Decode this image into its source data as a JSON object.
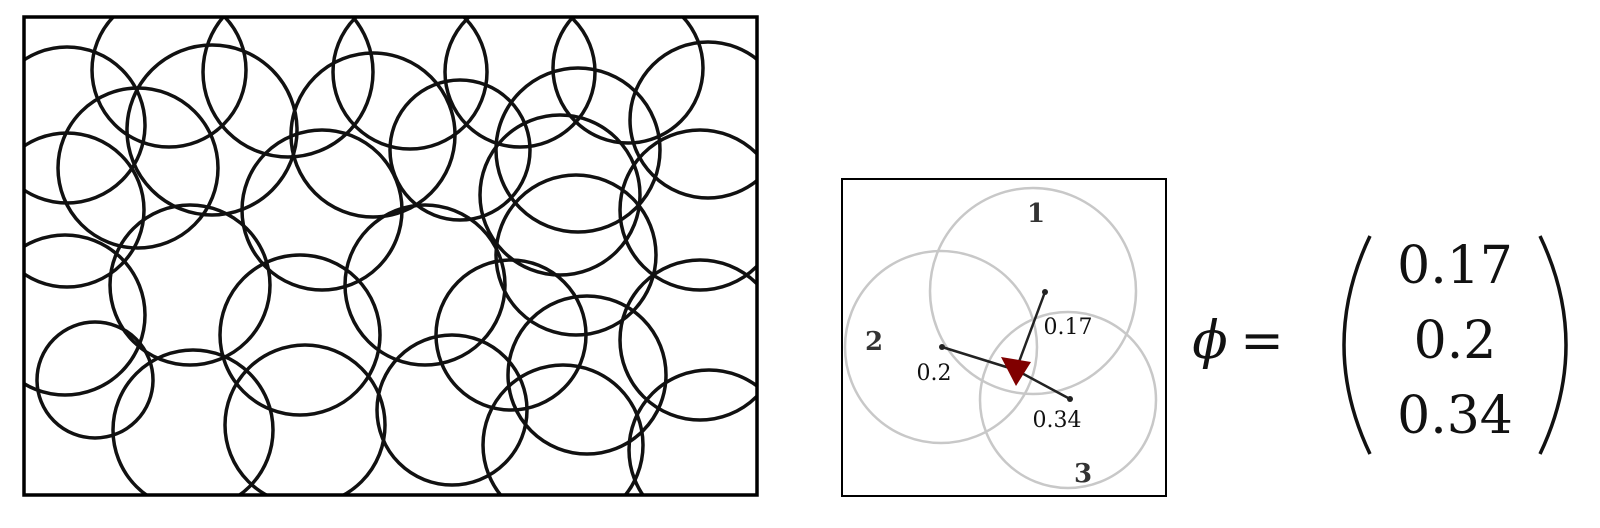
{
  "zoom_panel": {
    "circles": [
      {
        "label": "1"
      },
      {
        "label": "2"
      },
      {
        "label": "3"
      }
    ],
    "distances": [
      "0.17",
      "0.2",
      "0.34"
    ]
  },
  "equation": {
    "lhs": "ϕ",
    "equals": "=",
    "vector": [
      "0.17",
      "0.2",
      "0.34"
    ]
  },
  "colors": {
    "outline": "#000000",
    "circle": "#111111",
    "faint_circle": "#c8c8c8",
    "agent_marker": "#800000"
  }
}
